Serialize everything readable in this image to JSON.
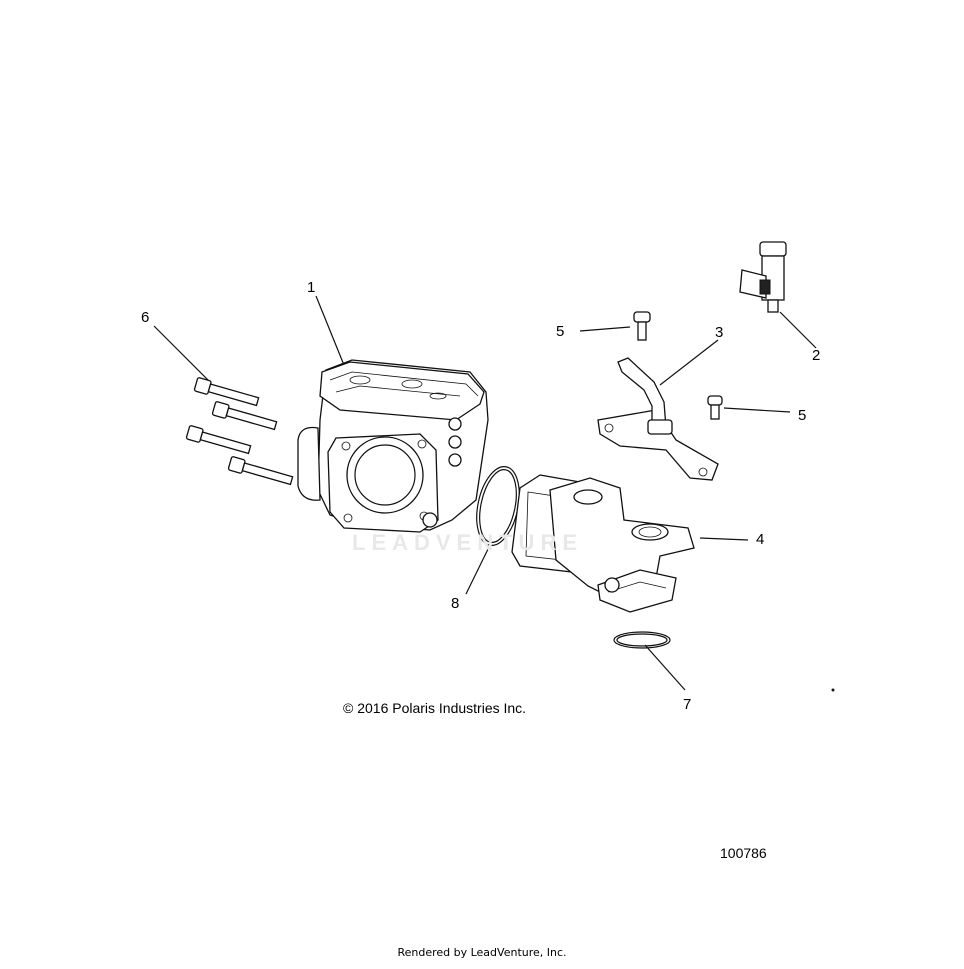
{
  "callouts": [
    "1",
    "2",
    "3",
    "4",
    "5",
    "5",
    "6",
    "7",
    "8"
  ],
  "copyright": "© 2016 Polaris Industries Inc.",
  "figure_number": "100786",
  "watermark": "LEADVENTURE",
  "footer": "Rendered by LeadVenture, Inc."
}
